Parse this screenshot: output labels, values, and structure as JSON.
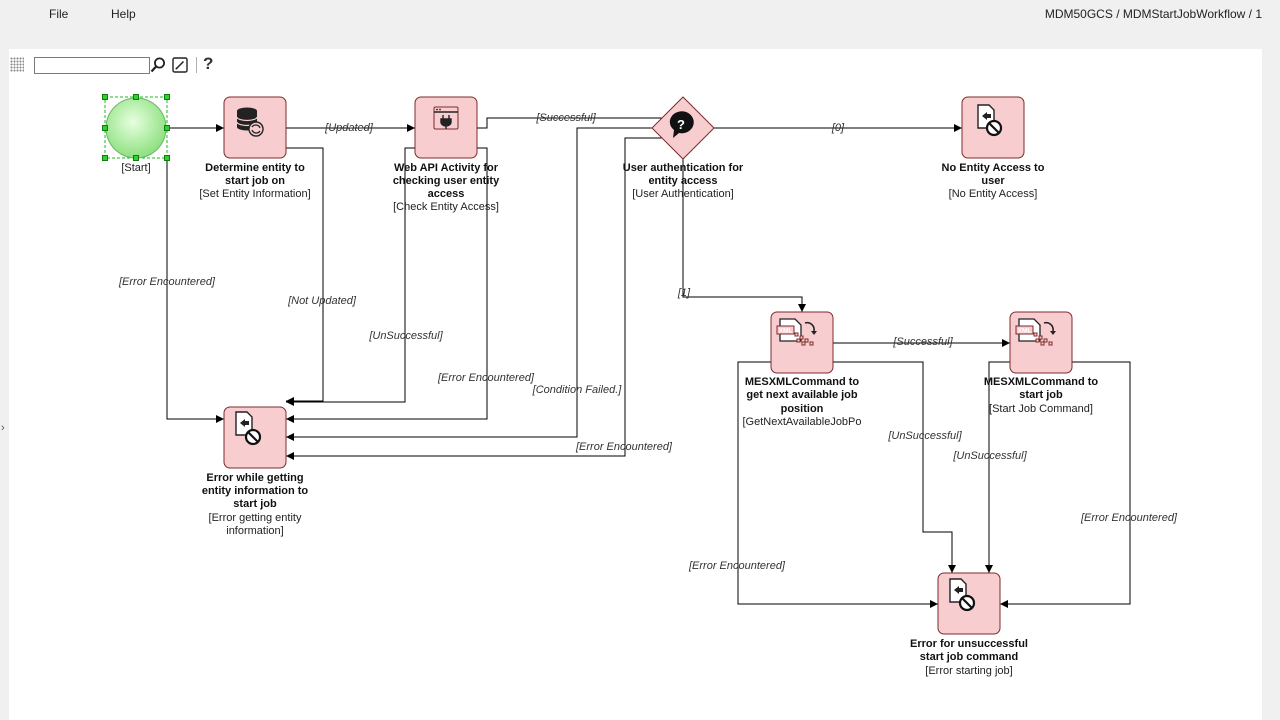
{
  "menu": {
    "file": "File",
    "help": "Help"
  },
  "breadcrumb": "MDM50GCS / MDMStartJobWorkflow / 1",
  "toolbar": {
    "search_value": "",
    "help_label": "?"
  },
  "colors": {
    "node_fill": "#f8cdd0",
    "node_border": "#7d2a2a",
    "start_fill": "#a6ef9a",
    "selection_handle": "#19c019"
  },
  "nodes": [
    {
      "id": "start",
      "icon": "start-circle",
      "lines": [],
      "sub": [
        "[Start]"
      ]
    },
    {
      "id": "det",
      "icon": "database-sync-icon",
      "lines": [
        "Determine entity to",
        "start job on"
      ],
      "sub": [
        "[Set Entity Information]"
      ]
    },
    {
      "id": "web",
      "icon": "web-api-icon",
      "lines": [
        "Web API Activity for",
        "checking user entity",
        "access"
      ],
      "sub": [
        "[Check Entity Access]"
      ]
    },
    {
      "id": "auth",
      "icon": "question-icon",
      "lines": [
        "User authentication for",
        "entity access"
      ],
      "sub": [
        "[User Authentication]"
      ]
    },
    {
      "id": "noaccess",
      "icon": "error-document-icon",
      "lines": [
        "No Entity Access to",
        "user"
      ],
      "sub": [
        "[No Entity Access]"
      ]
    },
    {
      "id": "err1",
      "icon": "error-document-icon",
      "lines": [
        "Error while getting",
        "entity information to",
        "start job"
      ],
      "sub": [
        "[Error getting entity",
        "information]"
      ]
    },
    {
      "id": "mes1",
      "icon": "xml-command-icon",
      "lines": [
        "MESXMLCommand to",
        "get next available job",
        "position"
      ],
      "sub": [
        "[GetNextAvailableJobPo"
      ]
    },
    {
      "id": "mes2",
      "icon": "xml-command-icon",
      "lines": [
        "MESXMLCommand to",
        "start job"
      ],
      "sub": [
        "[Start Job Command]"
      ]
    },
    {
      "id": "err2",
      "icon": "error-document-icon",
      "lines": [
        "Error for unsuccessful",
        "start job command"
      ],
      "sub": [
        "[Error starting job]"
      ]
    }
  ],
  "edges": [
    {
      "id": "start-det",
      "label": ""
    },
    {
      "id": "det-web",
      "label": "[Updated]"
    },
    {
      "id": "web-auth",
      "label": "[Successful]"
    },
    {
      "id": "auth-noaccess",
      "label": "[0]"
    },
    {
      "id": "auth-mes1",
      "label": "[1]"
    },
    {
      "id": "mes1-mes2",
      "label": "[Successful]"
    },
    {
      "id": "start-err1",
      "label": "[Error Encountered]"
    },
    {
      "id": "det-err1",
      "label": "[Not Updated]"
    },
    {
      "id": "web-err1-unsuccessful",
      "label": "[UnSuccessful]"
    },
    {
      "id": "web-err1-error",
      "label": "[Error Encountered]"
    },
    {
      "id": "auth-err1-condition",
      "label": "[Condition Failed.]"
    },
    {
      "id": "auth-err1-error",
      "label": "[Error Encountered]"
    },
    {
      "id": "mes1-err2-unsuccessful",
      "label": "[UnSuccessful]"
    },
    {
      "id": "mes1-err2-error",
      "label": "[Error Encountered]"
    },
    {
      "id": "mes2-err2-unsuccessful",
      "label": "[UnSuccessful]"
    },
    {
      "id": "mes2-err2-error",
      "label": "[Error Encountered]"
    }
  ]
}
